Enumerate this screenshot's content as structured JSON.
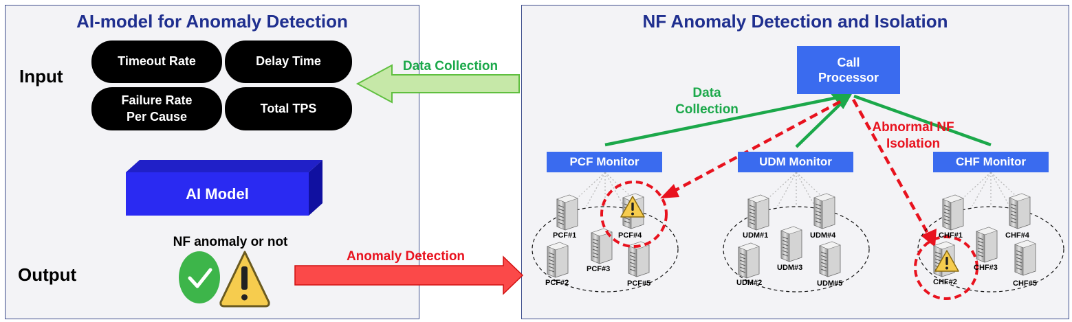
{
  "left_panel": {
    "title": "AI-model for Anomaly Detection",
    "input_label": "Input",
    "output_label": "Output",
    "features": [
      "Timeout Rate",
      "Delay Time",
      "Failure Rate\nPer Cause",
      "Total TPS"
    ],
    "model_label": "AI Model",
    "result_label": "NF anomaly or not"
  },
  "arrows": {
    "data_collection": "Data Collection",
    "anomaly_detection": "Anomaly Detection"
  },
  "right_panel": {
    "title": "NF Anomaly Detection and Isolation",
    "call_processor": "Call\nProcessor",
    "data_collection": "Data\nCollection",
    "isolation": "Abnormal NF\nIsolation",
    "monitors": [
      "PCF Monitor",
      "UDM Monitor",
      "CHF Monitor"
    ],
    "pcf_nodes": [
      "PCF#1",
      "PCF#2",
      "PCF#3",
      "PCF#4",
      "PCF#5"
    ],
    "udm_nodes": [
      "UDM#1",
      "UDM#2",
      "UDM#3",
      "UDM#4",
      "UDM#5"
    ],
    "chf_nodes": [
      "CHF#1",
      "CHF#2",
      "CHF#3",
      "CHF#4",
      "CHF#5"
    ]
  },
  "colors": {
    "panel_border": "#3a4a8a",
    "title": "#1f2f8f",
    "blue_box": "#3a6bef",
    "green": "#1ba84a",
    "red": "#e8121e"
  }
}
